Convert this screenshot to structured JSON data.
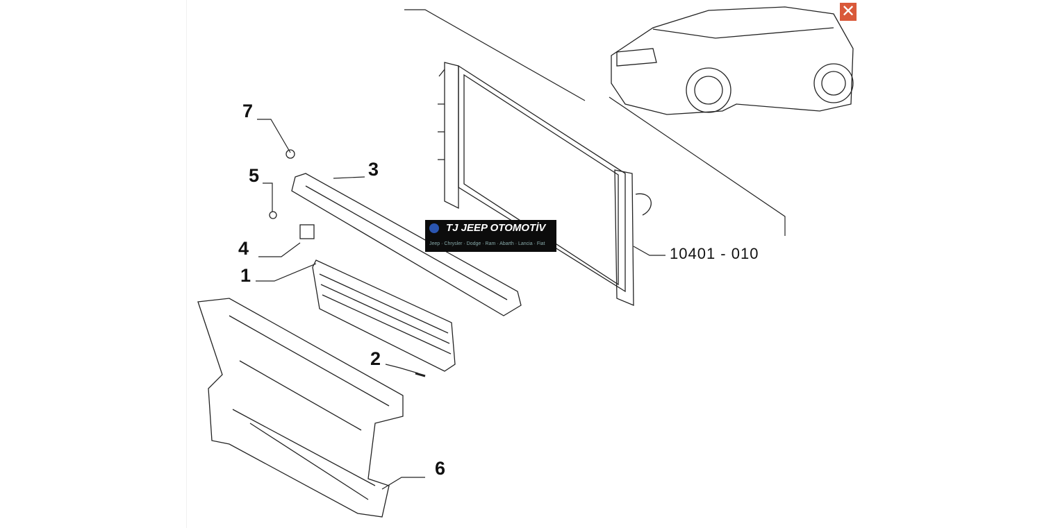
{
  "callouts": {
    "c1": "1",
    "c2": "2",
    "c3": "3",
    "c4": "4",
    "c5": "5",
    "c6": "6",
    "c7": "7"
  },
  "part_number": "10401  -  010",
  "watermark": {
    "title": "TJ JEEP OTOMOTİV",
    "brands": "Jeep · Chrysler · Dodge · Ram · Abarth · Lancia · Fiat"
  },
  "close_icon": "close-icon",
  "colors": {
    "close": "#d9593a",
    "line": "#222222"
  }
}
